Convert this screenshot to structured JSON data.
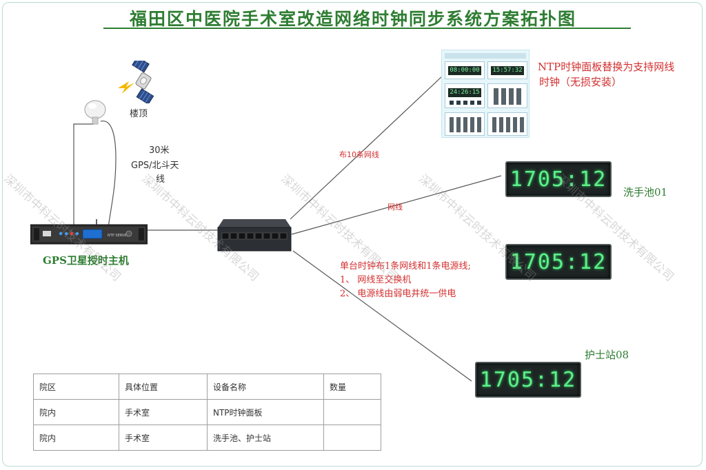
{
  "title": "福田区中医院手术室改造网络时钟同步系统方案拓扑图",
  "labels": {
    "roof": "楼顶",
    "cable_1": "30米",
    "cable_2": "GPS/北斗天",
    "cable_3": "线",
    "gps_host": "GPS卫星授时主机",
    "line_top": "布10条网线",
    "line_mid": "网线",
    "ntp_note_1": "NTP时钟面板替换为支持网线",
    "ntp_note_2": "时钟（无损安装）",
    "clock1_name": "洗手池01",
    "clock3_name": "护士站08",
    "wiring_1": "单台时钟布1条网线和1条电源线;",
    "wiring_2": "1、 网线至交换机",
    "wiring_3": "2、 电源线由弱电井统一供电",
    "device_text": "NTP SERVER"
  },
  "clocks": [
    {
      "display": "1705:12"
    },
    {
      "display": "1705:12"
    },
    {
      "display": "1705:12"
    }
  ],
  "panel_readouts": [
    "08:00:00",
    "15:57:32",
    "24:26:15"
  ],
  "table": {
    "headers": [
      "院区",
      "具体位置",
      "设备名称",
      "数量"
    ],
    "rows": [
      [
        "院内",
        "手术室",
        "NTP时钟面板",
        ""
      ],
      [
        "院内",
        "手术室",
        "洗手池、护士站",
        ""
      ]
    ]
  },
  "watermark": "深圳市中科云时技术有限公司",
  "colors": {
    "title": "#2e7d32",
    "red_text": "#d32f2f",
    "led": "#5ef08a",
    "frame": "#b7dcd5"
  },
  "icons": [
    "satellite-icon",
    "gps-antenna-icon",
    "network-switch-icon",
    "ntp-server-icon"
  ]
}
